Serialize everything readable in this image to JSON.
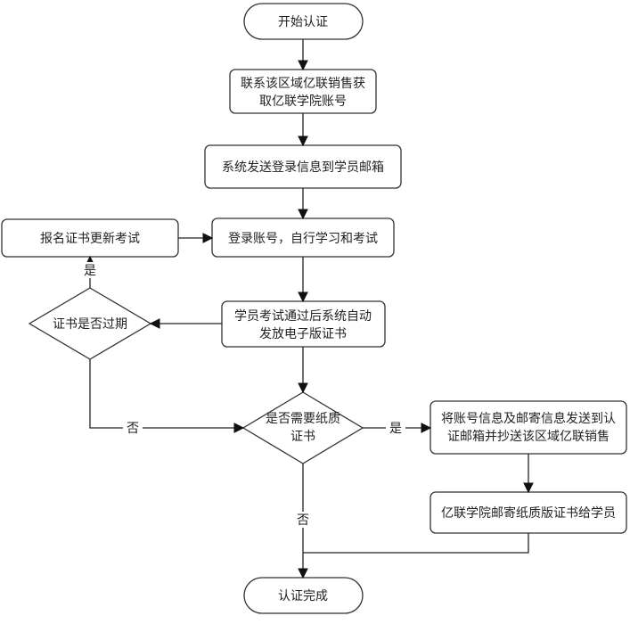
{
  "nodes": {
    "start": "开始认证",
    "contact_sales_1": "联系该区域亿联销售获",
    "contact_sales_2": "取亿联学院账号",
    "send_login": "系统发送登录信息到学员邮箱",
    "login_study": "登录账号，自行学习和考试",
    "renew_exam": "报名证书更新考试",
    "auto_cert_1": "学员考试通过后系统自动",
    "auto_cert_2": "发放电子版证书",
    "cert_expired": "证书是否过期",
    "need_paper_1": "是否需要纸质",
    "need_paper_2": "证书",
    "send_info_1": "将账号信息及邮寄信息发送到认",
    "send_info_2": "证邮箱并抄送该区域亿联销售",
    "mail_paper": "亿联学院邮寄纸质版证书给学员",
    "end": "认证完成"
  },
  "edge_labels": {
    "expired_yes": "是",
    "expired_no": "否",
    "paper_yes": "是",
    "paper_no": "否"
  },
  "colors": {
    "stroke": "#333333",
    "fill": "#ffffff",
    "text": "#222222"
  }
}
